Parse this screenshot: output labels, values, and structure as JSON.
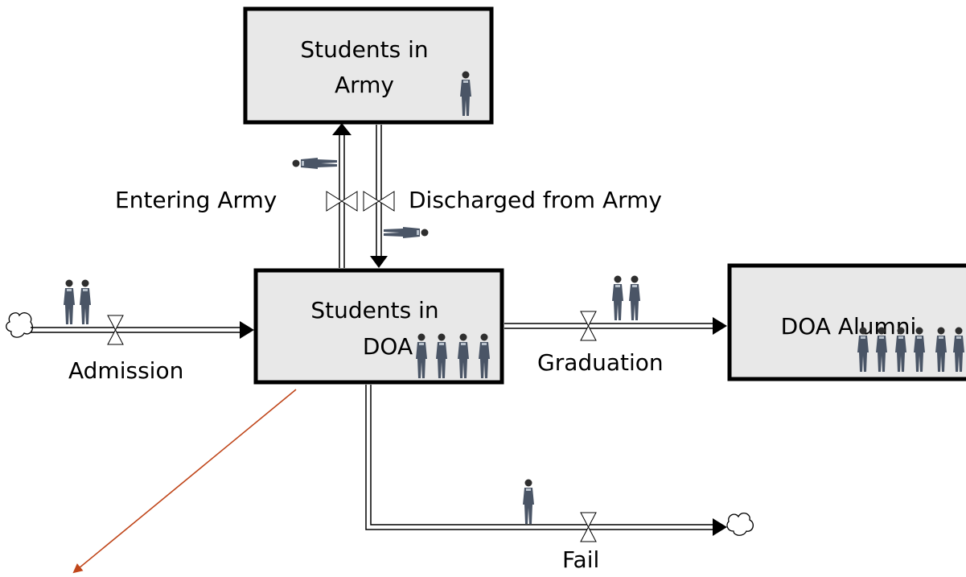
{
  "stocks": {
    "army": {
      "line1": "Students in",
      "line2": "Army"
    },
    "doa": {
      "line1": "Students in",
      "line2": "DOA"
    },
    "alumni": {
      "line1": "DOA Alumni"
    }
  },
  "flows": {
    "entering_army": "Entering Army",
    "discharged": "Discharged from Army",
    "admission": "Admission",
    "graduation": "Graduation",
    "fail": "Fail"
  },
  "figures": {
    "army": 1,
    "doa": 4,
    "alumni": 6,
    "admission": 2,
    "graduation": 2,
    "fail": 1,
    "entering_army": 1,
    "discharged": 1
  },
  "colors": {
    "stock_fill": "#e8e8e8",
    "stroke": "#000000",
    "arrow": "#c0461a",
    "uniform": "#4a5566"
  }
}
